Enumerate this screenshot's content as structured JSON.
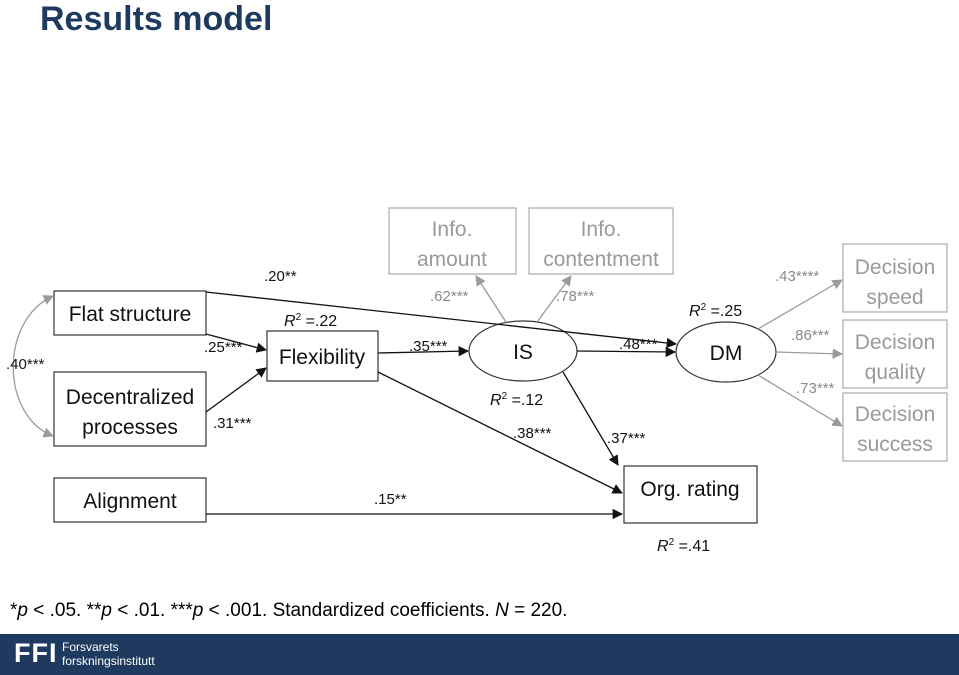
{
  "title": "Results model",
  "nodes": {
    "flat_structure": "Flat structure",
    "decentralized_1": "Decentralized",
    "decentralized_2": "processes",
    "alignment": "Alignment",
    "flexibility": "Flexibility",
    "info_amount_1": "Info.",
    "info_amount_2": "amount",
    "info_contentment_1": "Info.",
    "info_contentment_2": "contentment",
    "is": "IS",
    "dm": "DM",
    "org_rating": "Org. rating",
    "decision_speed_1": "Decision",
    "decision_speed_2": "speed",
    "decision_quality_1": "Decision",
    "decision_quality_2": "quality",
    "decision_success_1": "Decision",
    "decision_success_2": "success"
  },
  "coefficients": {
    "correlation": ".40***",
    "flat_to_dm": ".20**",
    "flat_to_flex": ".25***",
    "decent_to_flex": ".31***",
    "flex_to_is": ".35***",
    "is_to_amount": ".62***",
    "is_to_contentment": ".78***",
    "is_to_dm": ".48***",
    "is_to_org": ".38***",
    "dm_to_org": ".37***",
    "alignment_to_org": ".15**",
    "dm_to_speed": ".43****",
    "dm_to_quality": ".86***",
    "dm_to_success": ".73***"
  },
  "r2": {
    "prefix": "R",
    "exp": "2",
    "flexibility": " =.22",
    "is": " =.12",
    "dm": " =.25",
    "org": " =.41"
  },
  "footnote": {
    "p1": "p",
    "t1": " < .05. **",
    "p2": "p",
    "t2": " < .01. ***",
    "p3": "p",
    "t3": " < .001. Standardized coefficients. ",
    "n": "N",
    "t4": " = 220."
  },
  "footer": {
    "logo": "FFI",
    "line1": "Forsvarets",
    "line2": "forskningsinstitutt"
  }
}
